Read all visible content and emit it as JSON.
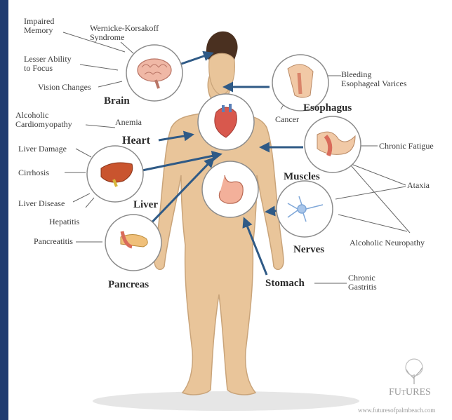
{
  "organs": {
    "brain": "Brain",
    "heart": "Heart",
    "liver": "Liver",
    "pancreas": "Pancreas",
    "esophagus": "Esophagus",
    "muscles": "Muscles",
    "nerves": "Nerves",
    "stomach": "Stomach"
  },
  "conditions": {
    "impaired_memory": "Impaired\nMemory",
    "wernicke_korsakoff": "Wernicke-Korsakoff\nSyndrome",
    "lesser_focus": "Lesser Ability\nto Focus",
    "vision_changes": "Vision Changes",
    "alcoholic_cardiomyopathy": "Alcoholic\nCardiomyopathy",
    "anemia": "Anemia",
    "liver_damage": "Liver Damage",
    "cirrhosis": "Cirrhosis",
    "liver_disease": "Liver Disease",
    "hepatitis": "Hepatitis",
    "pancreatitis": "Pancreatitis",
    "bleeding_varices": "Bleeding\nEsophageal Varices",
    "cancer": "Cancer",
    "chronic_fatigue": "Chronic Fatigue",
    "ataxia": "Ataxia",
    "alcoholic_neuropathy": "Alcoholic Neuropathy",
    "chronic_gastritis": "Chronic\nGastritis"
  },
  "logo": {
    "name_part1": "FU",
    "name_part2": "URES",
    "url": "www.futuresofpalmbeach.com"
  },
  "colors": {
    "background": "#1f3b70",
    "panel": "#ffffff",
    "skin": "#e9c59a",
    "arrow": "#2f5a86",
    "circle_border": "#8c8c8c"
  }
}
